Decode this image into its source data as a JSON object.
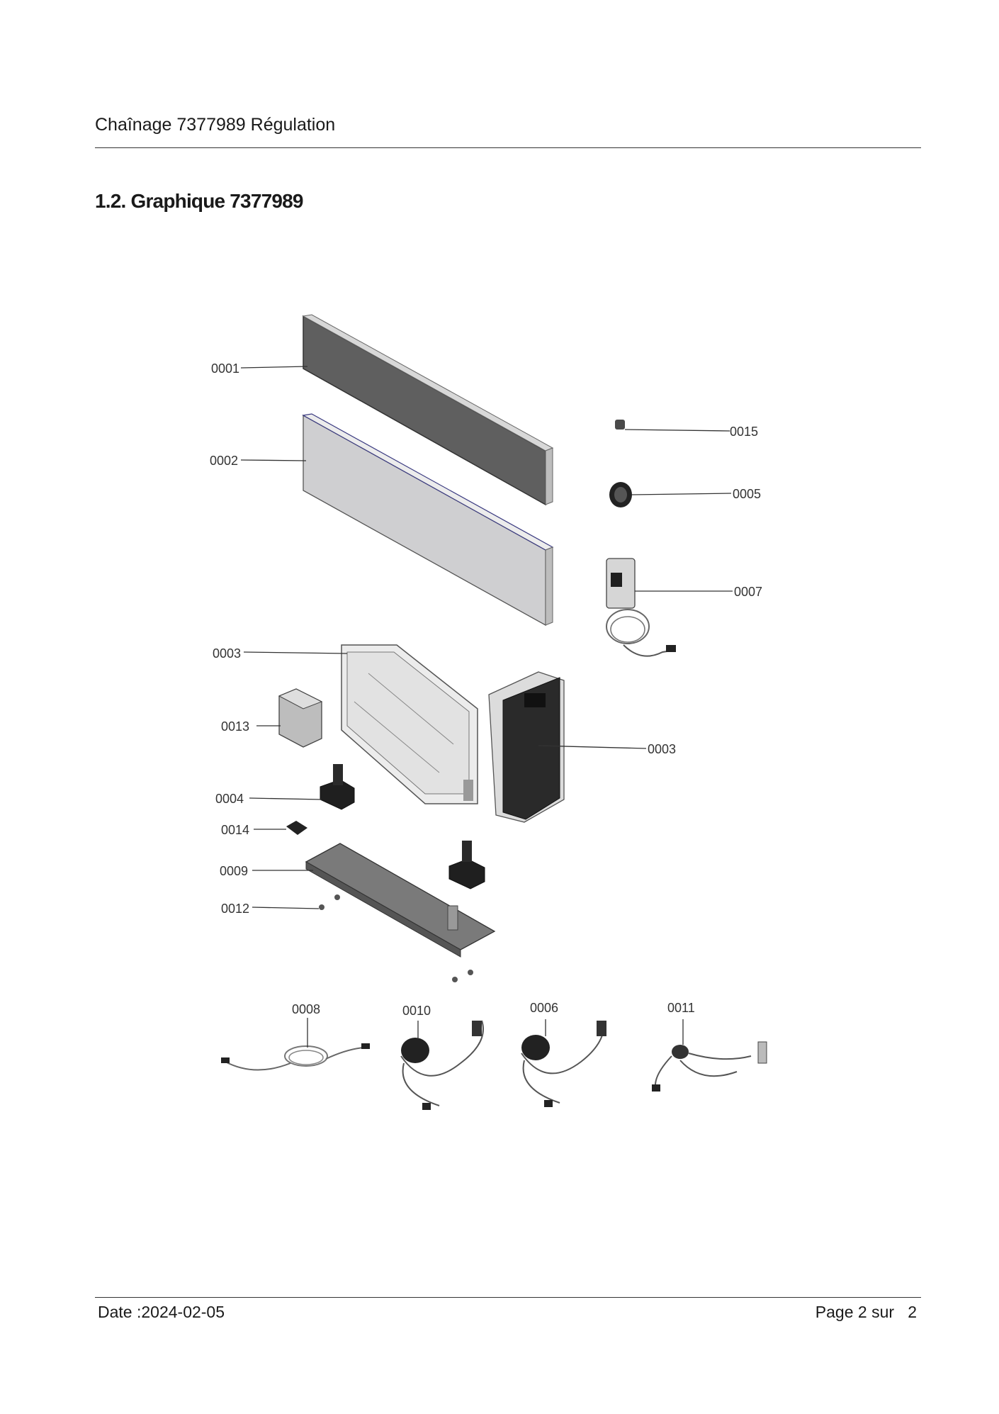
{
  "header": {
    "title": "Chaînage 7377989 Régulation"
  },
  "section": {
    "title": "1.2. Graphique 7377989"
  },
  "diagram": {
    "labels": {
      "p0001": "0001",
      "p0002": "0002",
      "p0003a": "0003",
      "p0003b": "0003",
      "p0004": "0004",
      "p0005": "0005",
      "p0006": "0006",
      "p0007": "0007",
      "p0008": "0008",
      "p0009": "0009",
      "p0010": "0010",
      "p0011": "0011",
      "p0012": "0012",
      "p0013": "0013",
      "p0014": "0014",
      "p0015": "0015"
    }
  },
  "footer": {
    "date": "Date :2024-02-05",
    "page": "Page 2 sur   2"
  }
}
